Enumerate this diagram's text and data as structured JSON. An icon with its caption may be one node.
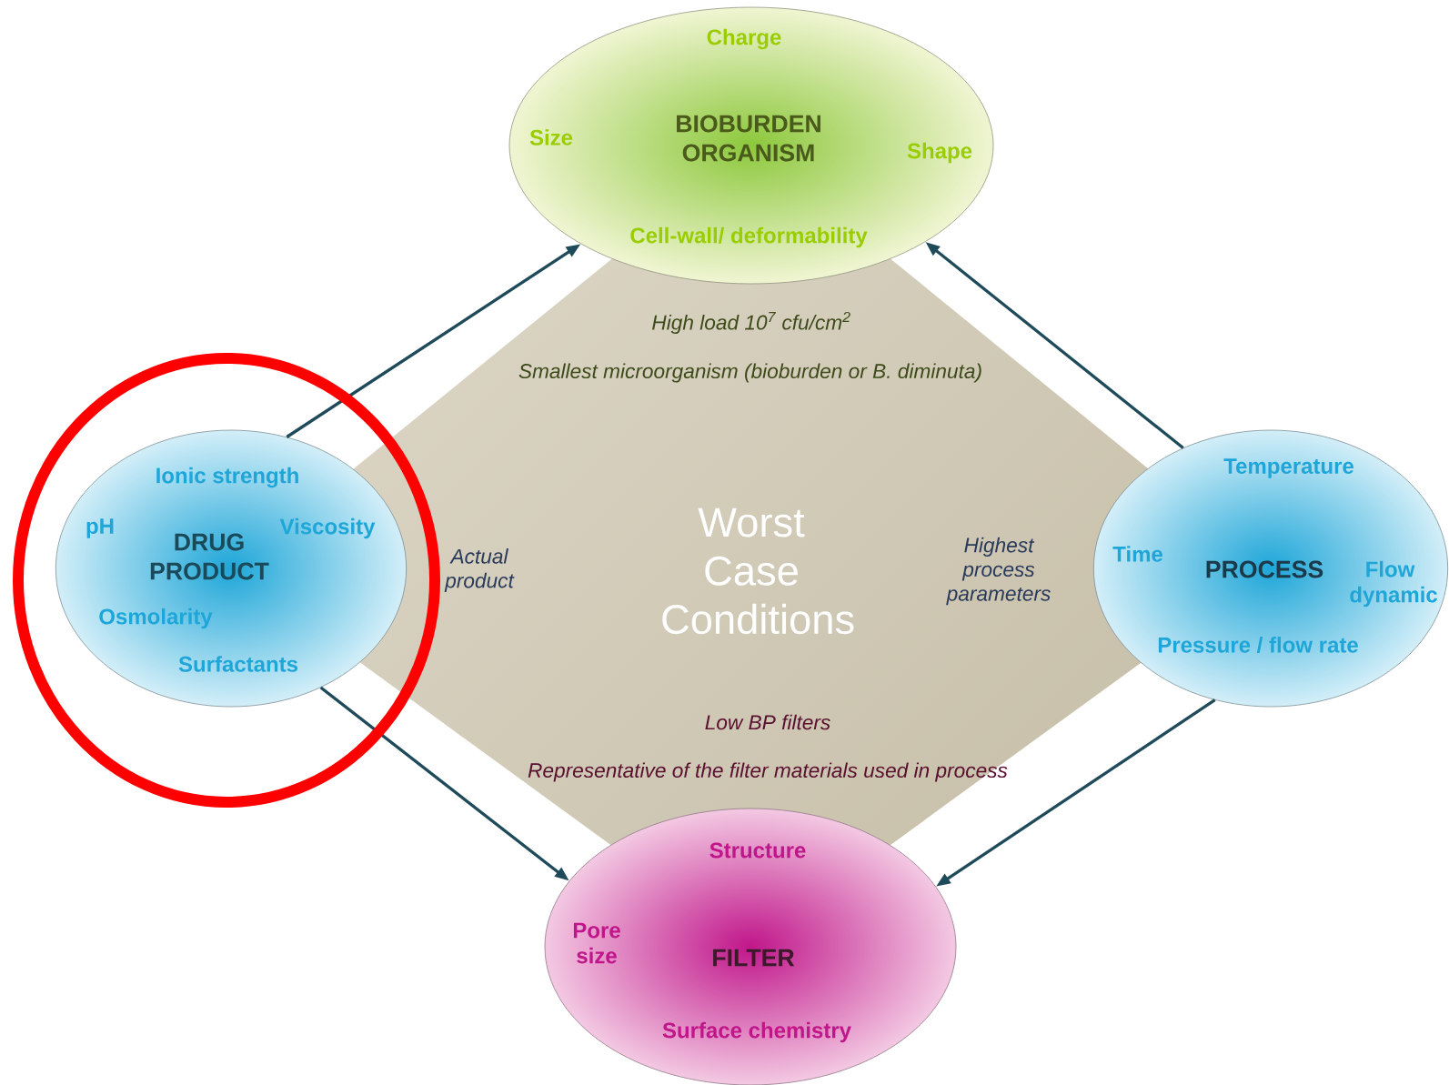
{
  "diagram": {
    "nodes": [
      {
        "text": [
          "Charge",
          "Size",
          "BIOBURDEN ORGANISM",
          "Shape",
          "Cell-wall/ deformability"
        ]
      },
      {
        "text": [
          "High load 10$^{7}$ cfu/cm$^{2}$",
          "Smallest microorganism (bioburden or B. diminuta)",
          "Actual product",
          "Worst Case Conditions",
          "Highest process parameters",
          "Low BP filters",
          "Representative of the filter materials used in process"
        ]
      },
      {
        "text": [
          "Ionic strength",
          "pH",
          "DRUG PRODUCT",
          "Viscosity",
          "Osmolarity",
          "Surfactants"
        ]
      },
      {
        "text": [
          "Temperature",
          "Time",
          "PROCESS",
          "Flow dynamic",
          "Pressure / flow rate"
        ]
      },
      {
        "text": [
          "Structure",
          "Pore size",
          "FILTER",
          "Surface chemistry"
        ]
      }
    ],
    "edges": [
      {
        "from": 2,
        "to": 0,
        "arrow": "to"
      },
      {
        "from": 3,
        "to": 0,
        "arrow": "to"
      },
      {
        "from": 2,
        "to": 4,
        "arrow": "to"
      },
      {
        "from": 3,
        "to": 4,
        "arrow": "to"
      }
    ]
  }
}
